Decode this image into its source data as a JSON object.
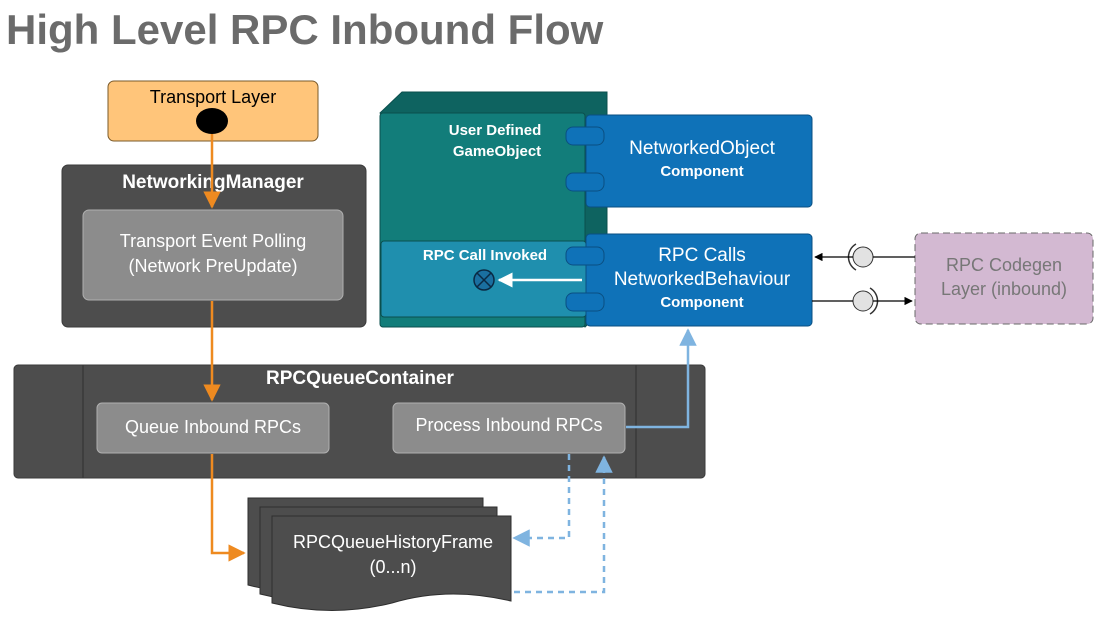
{
  "title": "High Level RPC Inbound Flow",
  "transport_layer": {
    "label": "Transport Layer"
  },
  "networking_manager": {
    "label": "NetworkingManager",
    "polling_line1": "Transport Event Polling",
    "polling_line2": "(Network PreUpdate)"
  },
  "rpc_queue_container": {
    "label": "RPCQueueContainer",
    "queue_label": "Queue Inbound RPCs",
    "process_label": "Process Inbound RPCs"
  },
  "history_frame": {
    "line1": "RPCQueueHistoryFrame",
    "line2": "(0...n)"
  },
  "game_object": {
    "line1": "User Defined",
    "line2": "GameObject",
    "rpc_invoked": "RPC Call Invoked"
  },
  "networked_object": {
    "line1": "NetworkedObject",
    "line2": "Component"
  },
  "rpc_calls": {
    "line1": "RPC Calls",
    "line2": "NetworkedBehaviour",
    "line3": "Component"
  },
  "codegen": {
    "line1": "RPC Codegen",
    "line2": "Layer (inbound)"
  },
  "colors": {
    "title": "#6b6b6b",
    "transport_fill": "#ffc57a",
    "dark_container": "#4d4d4d",
    "inner_gray": "#8c8c8c",
    "teal": "#127d7a",
    "teal_inner": "#1f8fae",
    "blue_component": "#0f72b8",
    "codegen_fill": "#d3b9d2",
    "orange_arrow": "#ee8a20",
    "blue_arrow": "#7fb4e0"
  }
}
